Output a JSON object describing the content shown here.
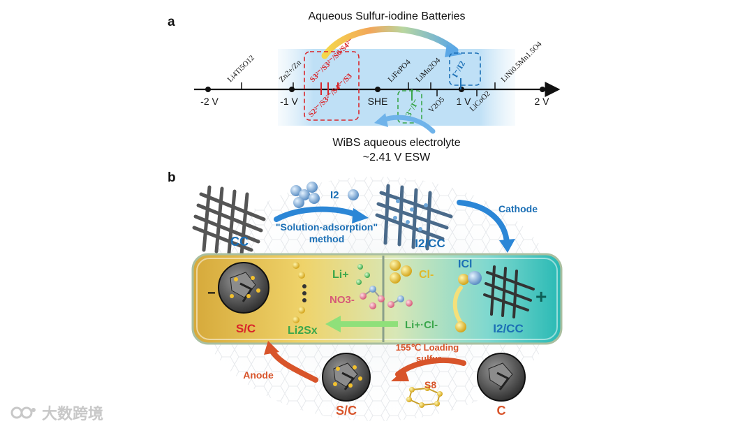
{
  "panel_a": {
    "label": "a",
    "title": "Aqueous Sulfur-iodine Batteries",
    "axis_ticks": [
      "-2 V",
      "-1 V",
      "SHE",
      "1 V",
      "2 V"
    ],
    "materials": {
      "li4ti5o12": "Li4Ti5O12",
      "zn": "Zn2+/Zn",
      "lifepo4": "LiFePO4",
      "limn2o4": "LiMn2O4",
      "v2o5": "V2O5",
      "licoo2": "LiCoO2",
      "lini": "LiNi0.5Mn1.5O4"
    },
    "redox": {
      "sulfur_top": "S3²⁻/S3²⁻/S6/S4²⁻",
      "sulfur_bottom": "S2²⁻/S3²⁻/S4²⁻/S3",
      "iodide": "I⁻/I2",
      "triiodide": "I3⁻/I⁻"
    },
    "electrolyte_line1": "WiBS aqueous electrolyte",
    "electrolyte_line2": "~2.41 V ESW"
  },
  "panel_b": {
    "label": "b",
    "i2_label": "I2",
    "method_line1": "\"Solution-adsorption\"",
    "method_line2": "method",
    "cc_label": "CC",
    "i2cc_top_label": "I2/CC",
    "cathode_label": "Cathode",
    "minus_sign": "−",
    "plus_sign": "+",
    "sc_cell_label": "S/C",
    "li2sx_label": "Li2Sx",
    "li_plus": "Li+",
    "cl_minus": "Cl-",
    "icl_label": "ICl",
    "no3_label": "NO3-",
    "li_cl_label": "Li+·Cl-",
    "i2cc_cell_label": "I2/CC",
    "loading_line1": "155℃ Loading",
    "loading_line2": "sulfur",
    "anode_label": "Anode",
    "sc_bottom_label": "S/C",
    "c_label": "C",
    "s8_label": "S8"
  },
  "watermark": "大数跨境",
  "colors": {
    "red": "#d9252a",
    "green": "#3aa64a",
    "blue": "#1b6fb5",
    "cell_yellow": "#e8c14a",
    "cell_teal": "#3cc4b8",
    "arrow_orange": "#d8542a"
  }
}
